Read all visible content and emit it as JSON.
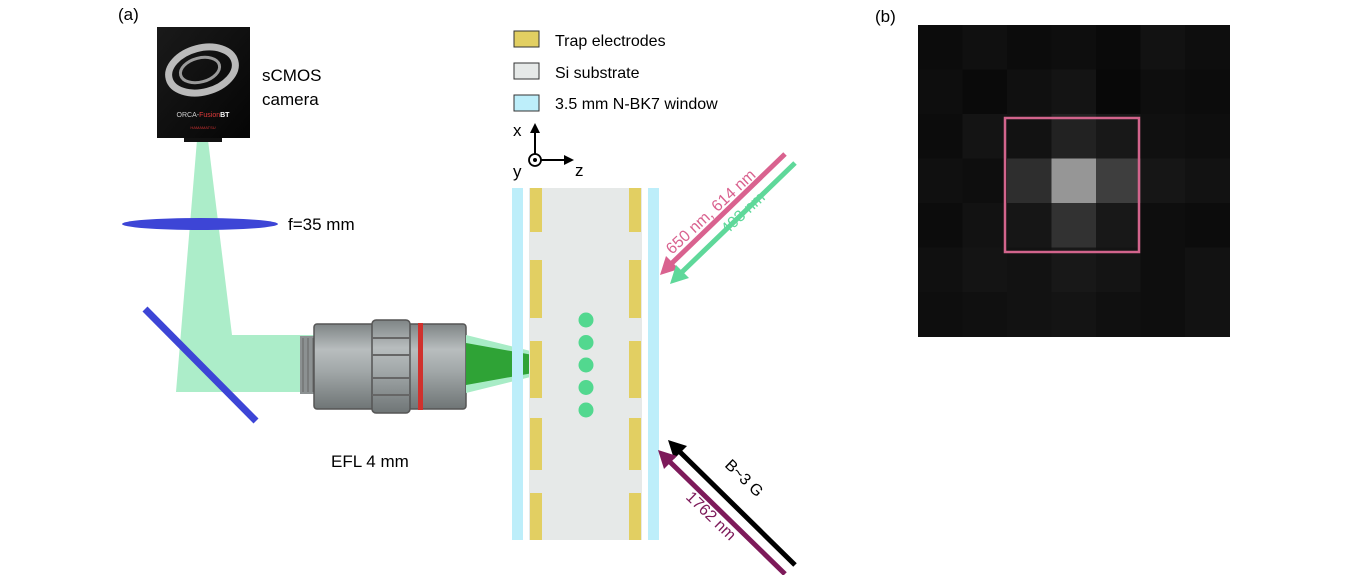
{
  "panel_a": {
    "label": "(a)",
    "camera": {
      "label_line1": "sCMOS",
      "label_line2": "camera",
      "brand_prefix": "ORCA-",
      "brand_mid": "Fusion",
      "brand_suffix": "BT",
      "maker": "HAMAMATSU"
    },
    "lens_label": "f=35 mm",
    "objective_label": "EFL 4 mm",
    "legend": [
      {
        "label": "Trap electrodes",
        "color": "#e2cf62"
      },
      {
        "label": "Si substrate",
        "color": "#e6e9e8"
      },
      {
        "label": "3.5 mm N-BK7 window",
        "color": "#bdeefa"
      }
    ],
    "axes": {
      "x": "x",
      "y": "y",
      "z": "z"
    },
    "beams": {
      "red_laser": {
        "label": "650 nm, 614 nm",
        "color": "#d9628f"
      },
      "green_laser": {
        "label": "493 nm",
        "color": "#5fd89a"
      },
      "magnetic_field": {
        "label": "B~3 G",
        "color": "#000000"
      },
      "clock_laser": {
        "label": "1762 nm",
        "color": "#7d1a5a"
      }
    },
    "ion_count": 5,
    "colors": {
      "imaging_beam": "#a8ecc6",
      "focus_cone": "#2fa336",
      "ion": "#52d88f",
      "lens": "#3d45d6",
      "mirror": "#3d45d6",
      "objective_body": "#9aa0a1",
      "objective_stripe": "#d0312d"
    }
  },
  "panel_b": {
    "label": "(b)",
    "roi_color": "#d2648c"
  }
}
